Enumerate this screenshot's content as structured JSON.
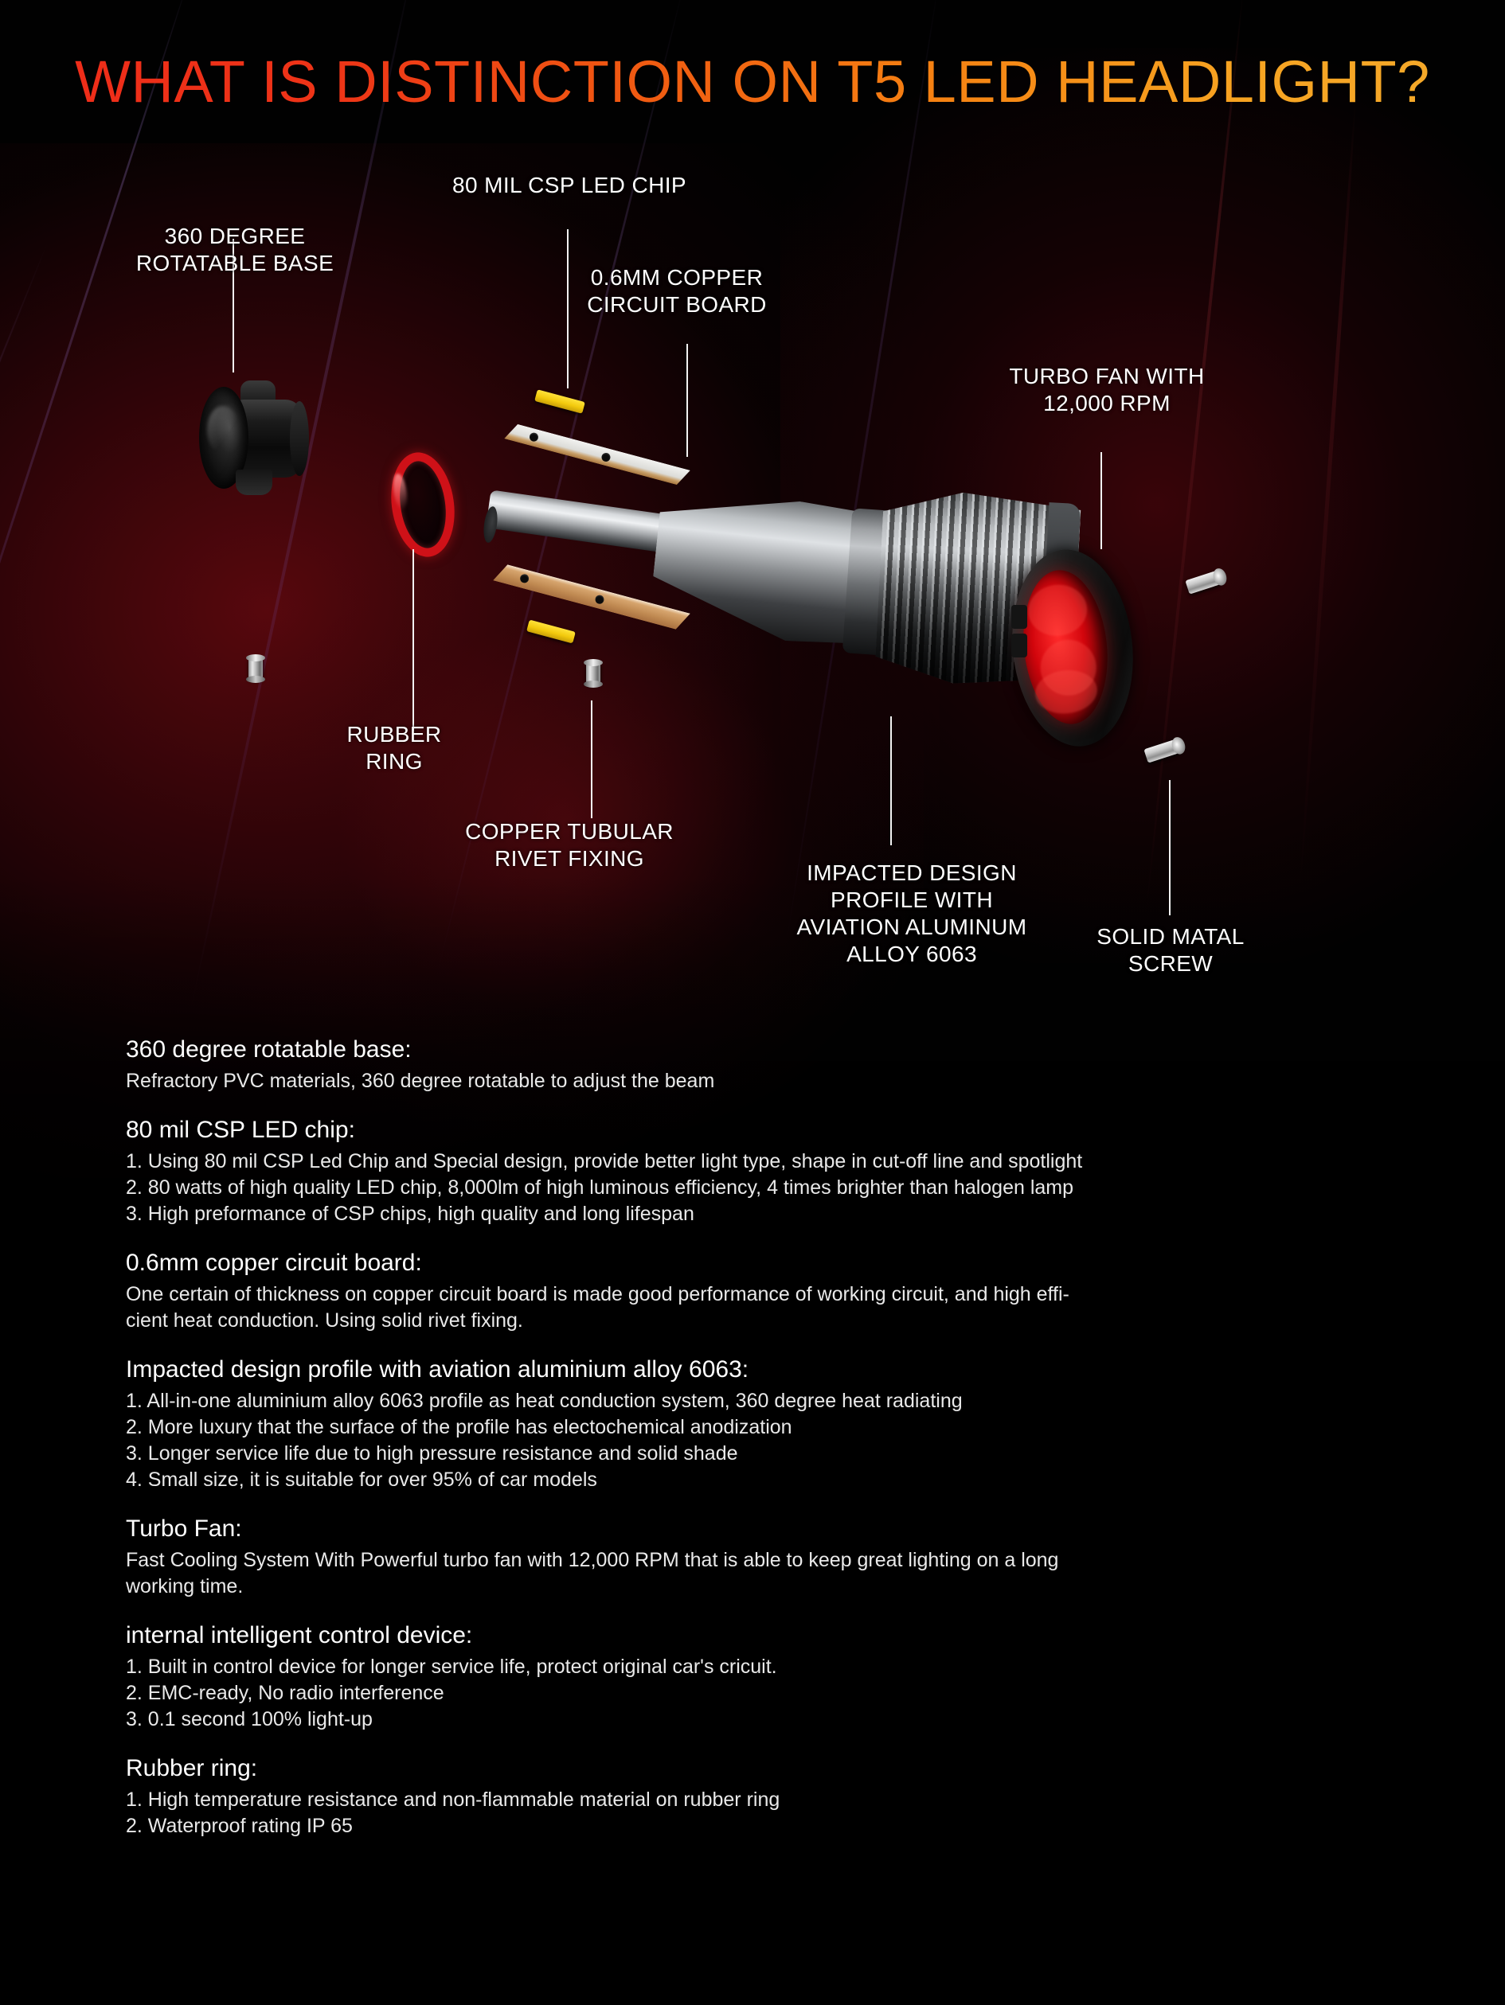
{
  "title": "WHAT IS DISTINCTION ON T5 LED HEADLIGHT?",
  "title_colors": {
    "start": "#ef2b1a",
    "end": "#f7a321"
  },
  "callouts": [
    {
      "id": "rotatable-base",
      "text": "360 DEGREE\nROTATABLE BASE"
    },
    {
      "id": "led-chip",
      "text": "80 MIL CSP LED CHIP"
    },
    {
      "id": "circuit-board",
      "text": "0.6MM COPPER\nCIRCUIT BOARD"
    },
    {
      "id": "turbo-fan",
      "text": "TURBO FAN WITH\n12,000 RPM"
    },
    {
      "id": "rubber-ring",
      "text": "RUBBER\nRING"
    },
    {
      "id": "rivet-fixing",
      "text": "COPPER TUBULAR\nRIVET FIXING"
    },
    {
      "id": "impacted-design",
      "text": "IMPACTED DESIGN\nPROFILE WITH\nAVIATION ALUMINUM\nALLOY 6063"
    },
    {
      "id": "metal-screw",
      "text": "SOLID MATAL\nSCREW"
    }
  ],
  "sections": [
    {
      "heading": "360 degree rotatable base:",
      "lines": [
        "Refractory PVC materials, 360 degree rotatable to adjust the beam"
      ]
    },
    {
      "heading": "80 mil CSP LED chip:",
      "lines": [
        "1. Using 80 mil CSP Led Chip and Special design, provide better light type, shape in cut-off line and spotlight",
        "2. 80 watts of high quality LED chip, 8,000lm of high luminous efficiency, 4 times brighter than halogen lamp",
        "3. High preformance of CSP chips, high quality and long lifespan"
      ]
    },
    {
      "heading": "0.6mm  copper circuit board:",
      "lines": [
        "One certain of thickness on copper circuit board is made good performance of working circuit, and high effi-",
        "cient heat conduction. Using solid rivet fixing."
      ]
    },
    {
      "heading": "Impacted design profile with aviation aluminium alloy 6063:",
      "lines": [
        "1. All-in-one aluminium alloy 6063 profile as heat conduction system, 360 degree heat radiating",
        "2. More luxury that the surface of the profile has electochemical anodization",
        "3. Longer service life due to high pressure resistance and solid shade",
        "4. Small size, it is suitable for over 95% of car models"
      ]
    },
    {
      "heading": "Turbo Fan:",
      "lines": [
        "Fast Cooling System With Powerful turbo fan with 12,000 RPM that is able to keep great lighting on a long",
        "working time."
      ]
    },
    {
      "heading": "internal intelligent control device:",
      "lines": [
        "1. Built in control device for longer service life, protect original car's cricuit.",
        "2. EMC-ready, No radio interference",
        "3. 0.1 second 100% light-up"
      ]
    },
    {
      "heading": "Rubber ring:",
      "lines": [
        "1. High temperature resistance and non-flammable material on rubber ring",
        "2. Waterproof rating IP 65"
      ]
    }
  ],
  "product_parts": [
    {
      "name": "rotatable-base",
      "color": "#101010"
    },
    {
      "name": "rubber-ring",
      "color": "#cf1118"
    },
    {
      "name": "led-chip-top",
      "color": "#f2c90d"
    },
    {
      "name": "led-chip-bottom",
      "color": "#f2c90d"
    },
    {
      "name": "circuit-board-top",
      "color": "#e6e6e2"
    },
    {
      "name": "circuit-board-bottom",
      "color": "#c9925a"
    },
    {
      "name": "rivet-left",
      "color": "#b4b4b4"
    },
    {
      "name": "rivet-right",
      "color": "#b4b4b4"
    },
    {
      "name": "aluminium-body",
      "color": "#9ea1a4"
    },
    {
      "name": "turbo-fan",
      "color": "#d3060d"
    },
    {
      "name": "screw-upper",
      "color": "#d8d8d8"
    },
    {
      "name": "screw-lower",
      "color": "#d8d8d8"
    }
  ]
}
